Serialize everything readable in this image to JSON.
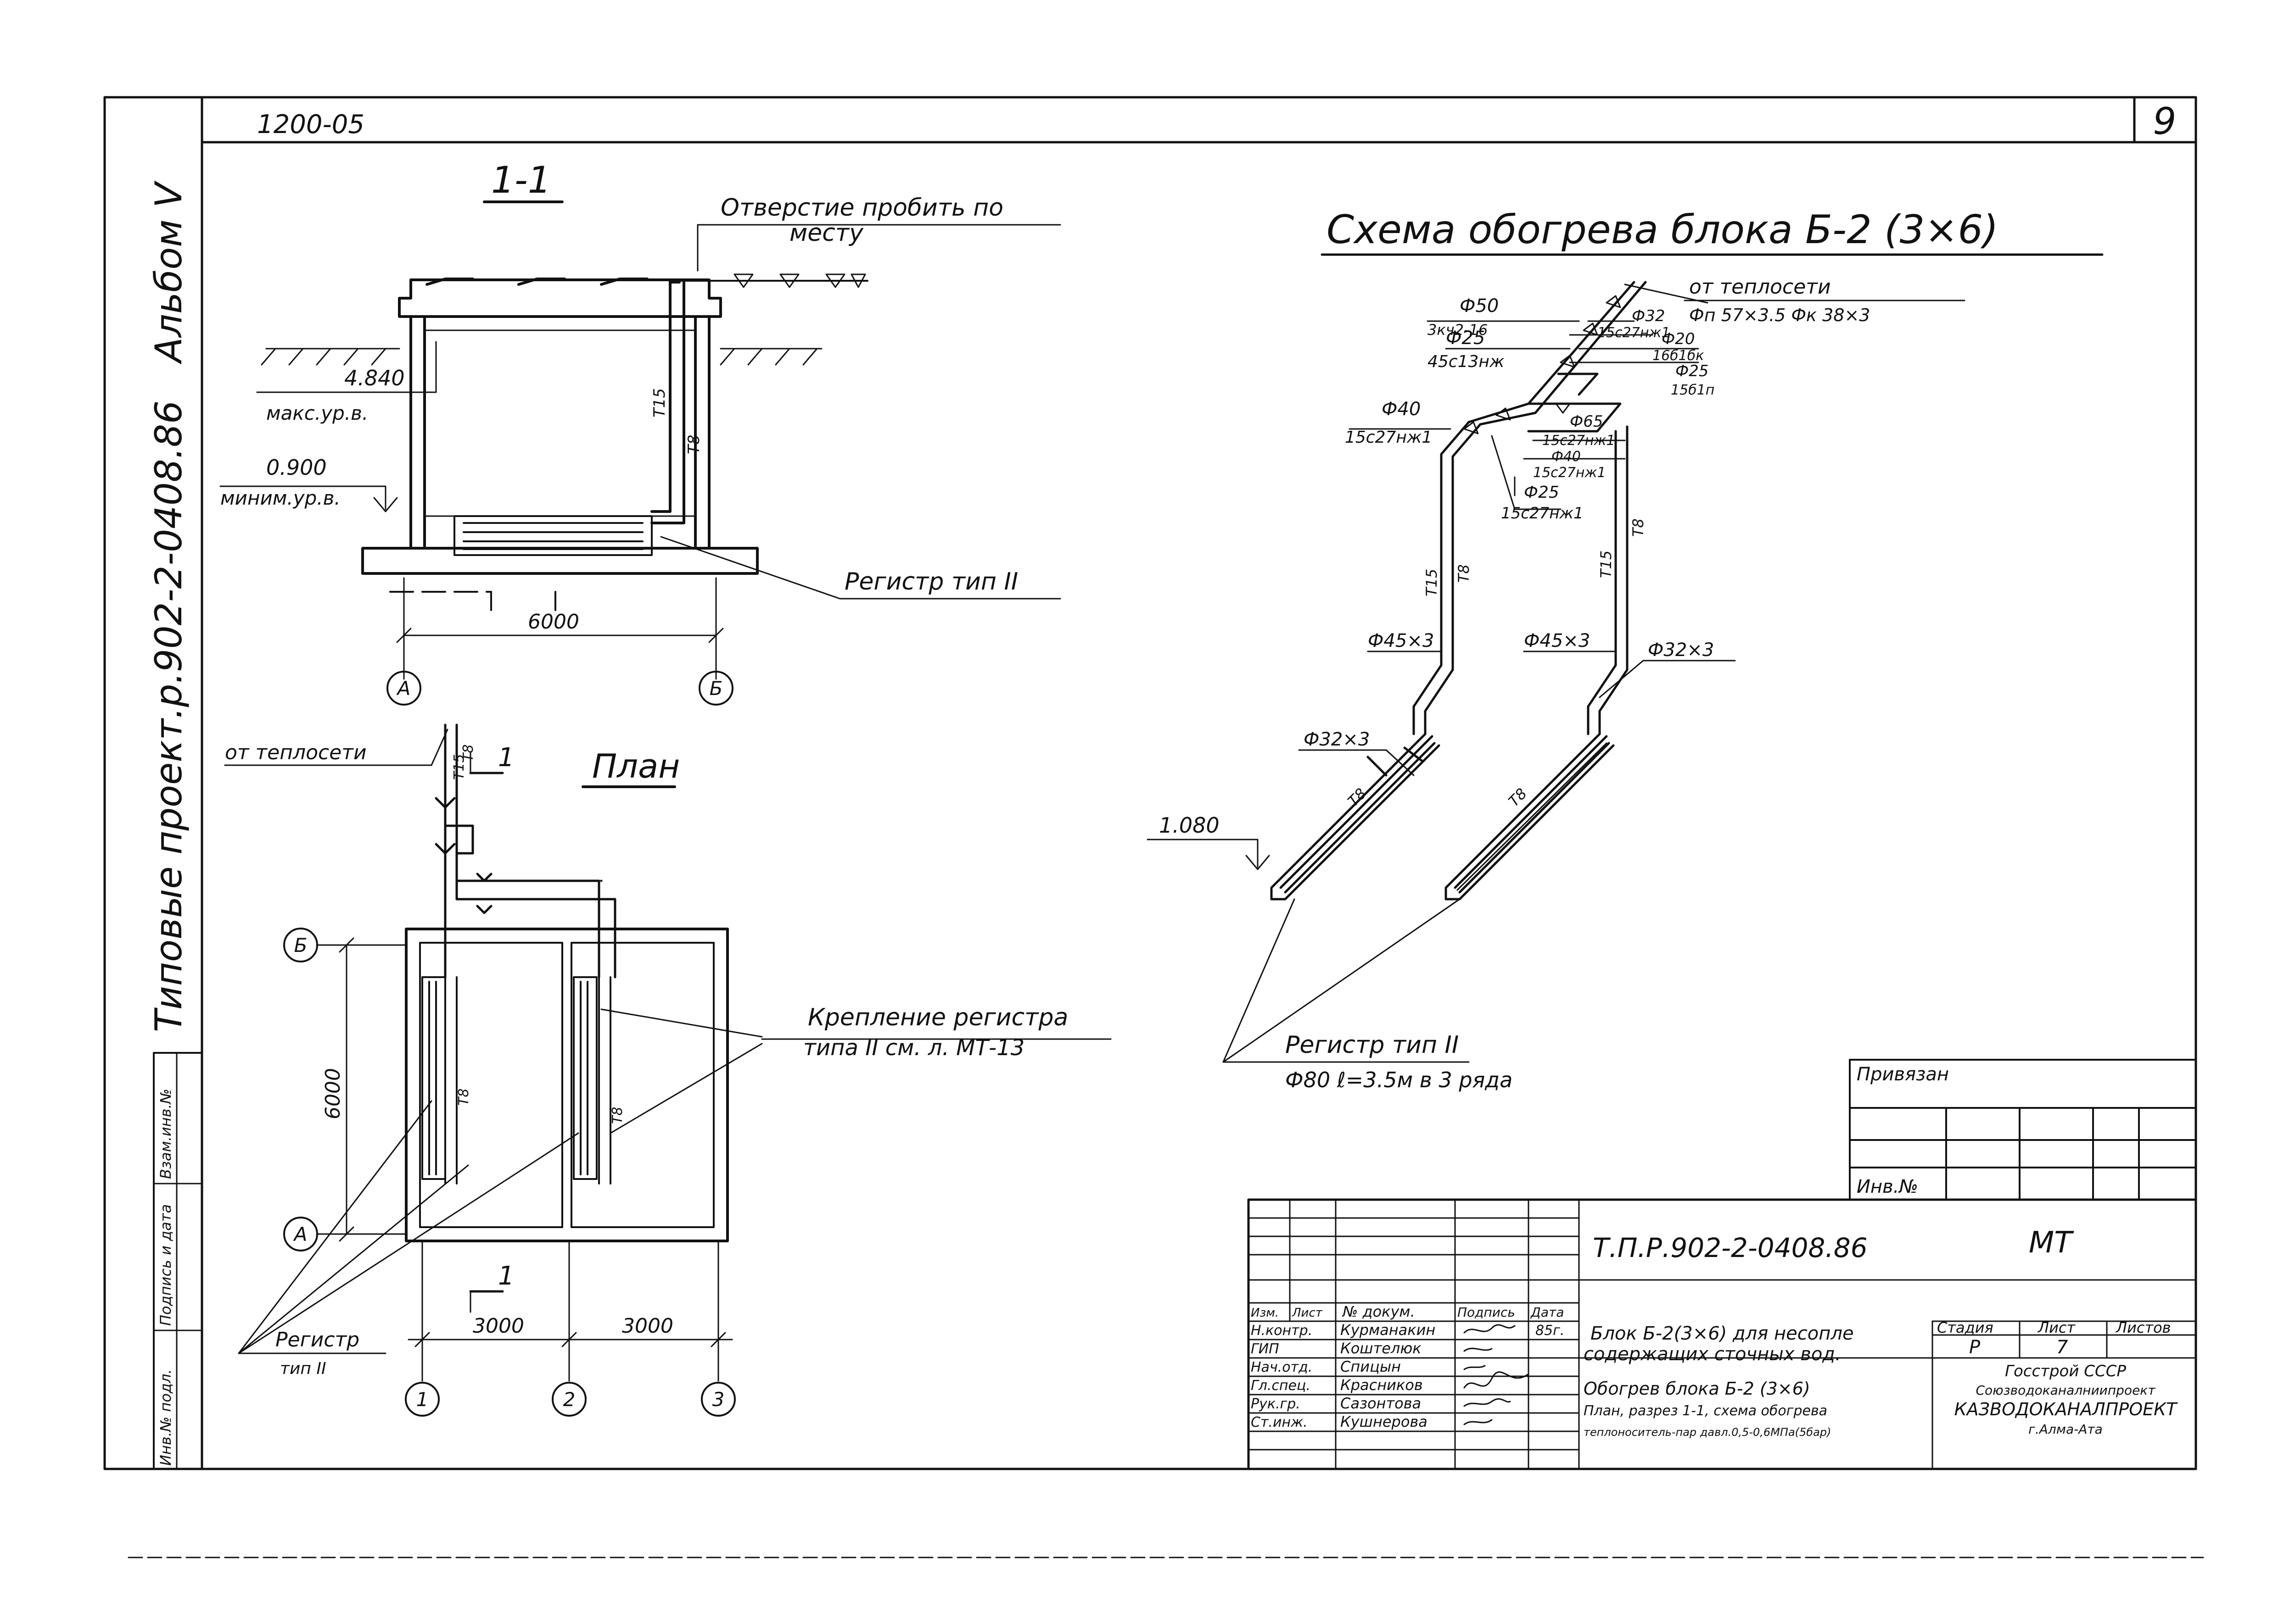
{
  "sheet": {
    "top_code": "1200-05",
    "sheet_number": "9",
    "side_text": "Типовые проект.р.902-2-0408.86",
    "album": "Альбом V"
  },
  "section": {
    "title": "1-1",
    "hole_note_line1": "Отверстие пробить по",
    "hole_note_line2": "месту",
    "max_level_value": "4.840",
    "max_level_label": "макс.ур.в.",
    "min_level_value": "0.900",
    "min_level_label": "миним.ур.в.",
    "pipe_t15": "Т15",
    "pipe_t8": "Т8",
    "register_label": "Регистр тип II",
    "dim_width": "6000",
    "axis_a": "А",
    "axis_b": "Б"
  },
  "plan": {
    "title": "План",
    "from_heating": "от теплосети",
    "cut_mark": "1",
    "pipe_t15": "Т15",
    "pipe_t8_a": "Т8",
    "pipe_t8_b": "Т8",
    "pipe_t8_c": "Т8",
    "axis_b": "Б",
    "axis_a": "А",
    "dim_6000": "6000",
    "mount_note_line1": "Крепление регистра",
    "mount_note_line2": "типа II см. л. МТ-13",
    "register_label": "Регистр",
    "register_type": "тип II",
    "dim_3000_a": "3000",
    "dim_3000_b": "3000",
    "axis_1": "1",
    "axis_2": "2",
    "axis_3": "3"
  },
  "scheme": {
    "title": "Схема обогрева блока   Б-2 (3×6)",
    "from_heating": "от теплосети",
    "fp_note": "Фп 57×3.5 Фк 38×3",
    "d50": "Ф50",
    "v_3kch": "3кч2-16",
    "d32": "Ф32",
    "v_15c27_a": "15с27нж1",
    "d25_a": "Ф25",
    "v_45c13": "45с13нж",
    "d20": "Ф20",
    "v_16b1": "16б1бк",
    "d25_b": "Ф25",
    "v_15b1p": "15б1п",
    "d40_a": "Ф40",
    "v_15c27_b": "15с27нж1",
    "d65": "Ф65",
    "v_15c27_c": "15с27нж1",
    "d40_b": "Ф40",
    "v_15c27_d": "15с27нж1",
    "d25_c": "Ф25",
    "v_15c27_e": "15с27нж1",
    "t15_a": "Т15",
    "t8_a": "Т8",
    "t15_b": "Т15",
    "t8_b": "Т8",
    "d45x3_a": "Ф45×3",
    "d45x3_b": "Ф45×3",
    "d32x3_a": "Ф32×3",
    "d32x3_b": "Ф32×3",
    "t8_c": "Т8",
    "t8_d": "Т8",
    "level": "1.080",
    "register_label": "Регистр тип II",
    "register_spec": "Ф80  ℓ=3.5м  в 3 ряда"
  },
  "stamp": {
    "tied_label": "Привязан",
    "inv_label": "Инв.№",
    "doc_code": "Т.П.Р.902-2-0408.86",
    "mark": "МТ",
    "hdr_izm": "Изм.",
    "hdr_list": "Лист",
    "hdr_doc": "№ докум.",
    "hdr_sign": "Подпись",
    "hdr_date": "Дата",
    "roles": [
      "Н.контр.",
      "ГИП",
      "Нач.отд.",
      "Гл.спец.",
      "Рук.гр.",
      "Ст.инж."
    ],
    "names": [
      "Курманакин",
      "Коштелюк",
      "Спицын",
      "Красников",
      "Сазонтова",
      "Кушнерова"
    ],
    "date_first": "85г.",
    "project_line1": "Блок Б-2(3×6) для несопле",
    "project_line2": "содержащих сточных вод.",
    "sheet_line1": "Обогрев блока Б-2 (3×6)",
    "sheet_line2": "План, разрез 1-1, схема обогрева",
    "sheet_line3": "теплоноситель-пар давл.0,5-0,6МПа(5бар)",
    "stage_label": "Стадия",
    "sheet_label": "Лист",
    "sheets_label": "Листов",
    "stage_value": "Р",
    "sheet_value": "7",
    "org_line1": "Госстрой СССР",
    "org_line2": "Союзводоканалниипроект",
    "org_line3": "КАЗВОДОКАНАЛПРОЕКТ",
    "org_line4": "г.Алма-Ата"
  },
  "left_stamp": {
    "inv_orig": "Инв.№ подл.",
    "sign_date": "Подпись и дата",
    "replace": "Взам.инв.№"
  }
}
